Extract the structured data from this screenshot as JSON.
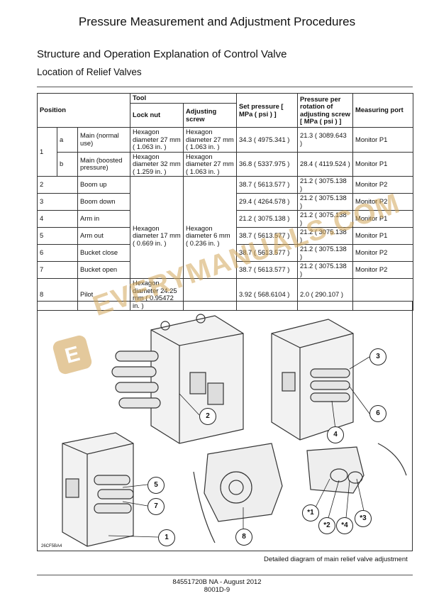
{
  "page_title": "Pressure Measurement and Adjustment Procedures",
  "section_title": "Structure and Operation Explanation of Control Valve",
  "subsection_title": "Location of Relief Valves",
  "table": {
    "headers": {
      "position": "Position",
      "tool": "Tool",
      "lock_nut": "Lock nut",
      "adjusting_screw": "Adjusting screw",
      "set_pressure": "Set pressure [ MPa ( psi ) ]",
      "pressure_per_rotation": "Pressure per rotation of adjusting screw [ MPa ( psi ) ]",
      "measuring_port": "Measuring port"
    },
    "rows": [
      {
        "no": "1",
        "sub": "a",
        "name": "Main (normal use)",
        "lock_nut": "Hexagon diameter 27 mm ( 1.063 in. )",
        "adj": "Hexagon diameter 27 mm ( 1.063 in. )",
        "set": "34.3 ( 4975.341 )",
        "rot": "21.3 ( 3089.643 )",
        "port": "Monitor P1"
      },
      {
        "no": "",
        "sub": "b",
        "name": "Main (boosted pressure)",
        "lock_nut": "Hexagon diameter 32 mm ( 1.259 in. )",
        "adj": "Hexagon diameter 27 mm ( 1.063 in. )",
        "set": "36.8 ( 5337.975 )",
        "rot": "28.4 ( 4119.524 )",
        "port": "Monitor P1"
      },
      {
        "no": "2",
        "name": "Boom up",
        "set": "38.7 ( 5613.577 )",
        "rot": "21.2 ( 3075.138 )",
        "port": "Monitor P2"
      },
      {
        "no": "3",
        "name": "Boom down",
        "set": "29.4 ( 4264.578 )",
        "rot": "21.2 ( 3075.138 )",
        "port": "Monitor P2"
      },
      {
        "no": "4",
        "name": "Arm in",
        "set": "21.2 ( 3075.138 )",
        "rot": "21.2 ( 3075.138 )",
        "port": "Monitor P1"
      },
      {
        "no": "5",
        "name": "Arm out",
        "set": "38.7 ( 5613.577 )",
        "rot": "21.2 ( 3075.138 )",
        "port": "Monitor P1"
      },
      {
        "no": "6",
        "name": "Bucket close",
        "set": "38.7 ( 5613.577 )",
        "rot": "21.2 ( 3075.138 )",
        "port": "Monitor P2"
      },
      {
        "no": "7",
        "name": "Bucket open",
        "set": "38.7 ( 5613.577 )",
        "rot": "21.2 ( 3075.138 )",
        "port": "Monitor P2"
      },
      {
        "no": "8",
        "name": "Pilot",
        "lock_nut": "Hexagon diameter 24.25 mm ( 0.95472 in. )",
        "adj": "",
        "set": "3.92 ( 568.6104 )",
        "rot": "2.0 ( 290.107 )",
        "port": ""
      }
    ],
    "shared_lock_nut": "Hexagon diameter 17 mm ( 0.669 in. )",
    "shared_adj": "Hexagon diameter 6 mm ( 0.236 in. )"
  },
  "figure": {
    "callouts": [
      "1",
      "2",
      "3",
      "4",
      "5",
      "6",
      "7",
      "8",
      "*1",
      "*2",
      "*3",
      "*4"
    ],
    "code": "26CF5BA4"
  },
  "caption": "Detailed diagram of main relief valve adjustment",
  "footer_line1": "84551720B NA - August 2012",
  "footer_line2": "8001D-9",
  "watermark": "EVERYMANUALS.COM",
  "colors": {
    "watermark": "#d2a55a",
    "rule": "#555555"
  }
}
